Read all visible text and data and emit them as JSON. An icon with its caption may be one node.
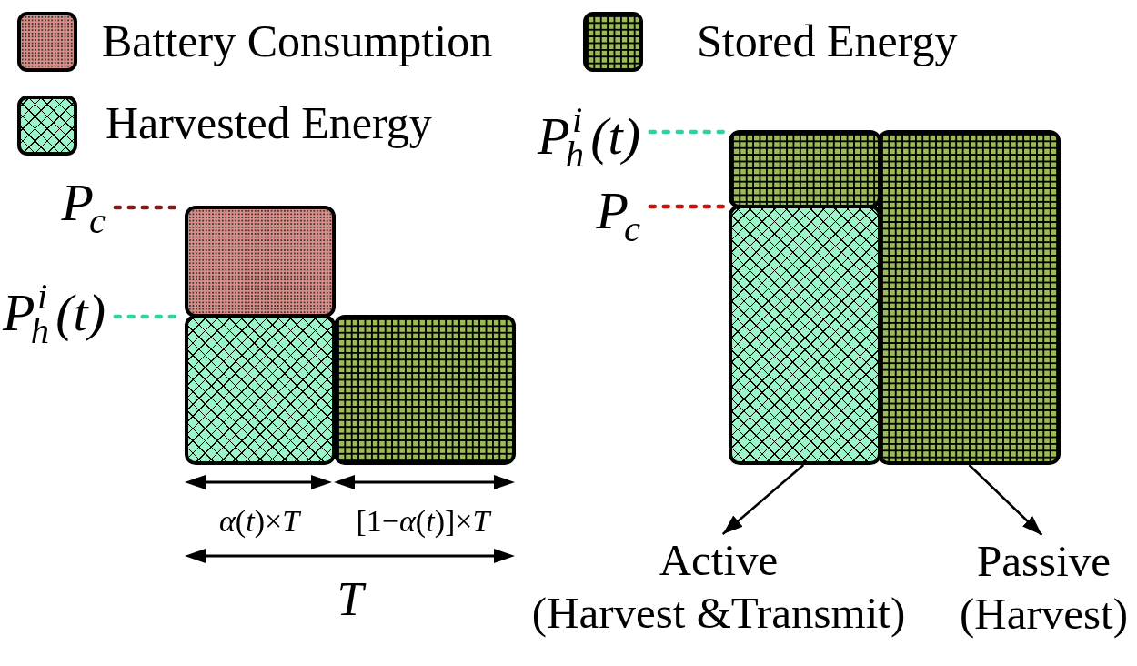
{
  "diagram": {
    "nodes": [
      {
        "text": [
          "P$_{c}$"
        ]
      },
      {
        "text": [
          "P$_{h}$$^{i}$(t)"
        ]
      },
      {
        "text": [],
        "shape": "box"
      },
      {
        "text": [],
        "shape": "box"
      },
      {
        "text": [],
        "shape": "box"
      },
      {
        "text": [
          "P$_{h}$$^{i}$(t)"
        ]
      },
      {
        "text": [
          "P$_{c}$"
        ]
      },
      {
        "text": [],
        "shape": "box"
      },
      {
        "text": [],
        "shape": "box"
      },
      {
        "text": [],
        "shape": "box"
      },
      {
        "text": [
          "Active",
          "(Harvest &Transmit)"
        ]
      },
      {
        "text": [
          "Passive",
          "(Harvest)"
        ]
      }
    ],
    "edges": [
      {
        "from": 0,
        "to": 2,
        "arrow": "none",
        "style": "dashed",
        "color": "#7f1d1d"
      },
      {
        "from": 1,
        "to": 3,
        "arrow": "none",
        "style": "dashed",
        "color": "#2fd3a3"
      },
      {
        "from": 5,
        "to": 7,
        "arrow": "none",
        "style": "dashed",
        "color": "#2fd3a3"
      },
      {
        "from": 6,
        "to": 8,
        "arrow": "none",
        "style": "dashed",
        "color": "#cc1111"
      },
      {
        "from": 8,
        "to": 10,
        "arrow": "to",
        "color": "#000000"
      },
      {
        "from": 9,
        "to": 11,
        "arrow": "to",
        "color": "#000000"
      }
    ],
    "labels": [
      "*α*(*t*)×*T*",
      "[1−*α*(*t*)]×*T*",
      "T"
    ],
    "legend": [
      {
        "text": "Battery Consumption",
        "color": "#d98e88"
      },
      {
        "text": "Stored Energy",
        "color": "#9bbb59"
      },
      {
        "text": "Harvested Energy",
        "color": "#9cf5c8"
      }
    ]
  }
}
